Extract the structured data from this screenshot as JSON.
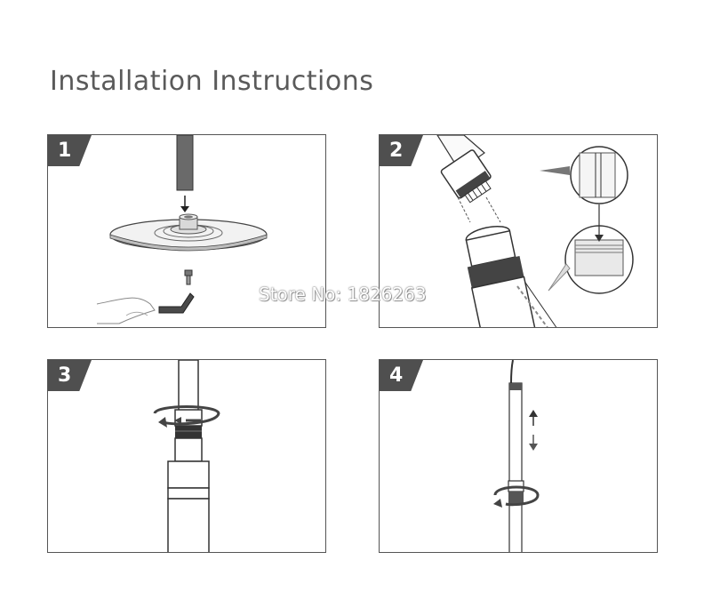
{
  "title": "Installation Instructions",
  "steps": [
    {
      "number": "1"
    },
    {
      "number": "2"
    },
    {
      "number": "3"
    },
    {
      "number": "4"
    }
  ],
  "watermark": "Store No: 1826263",
  "colors": {
    "badge": "#4f4f4f",
    "title": "#5a5a5a",
    "line": "#333333"
  }
}
